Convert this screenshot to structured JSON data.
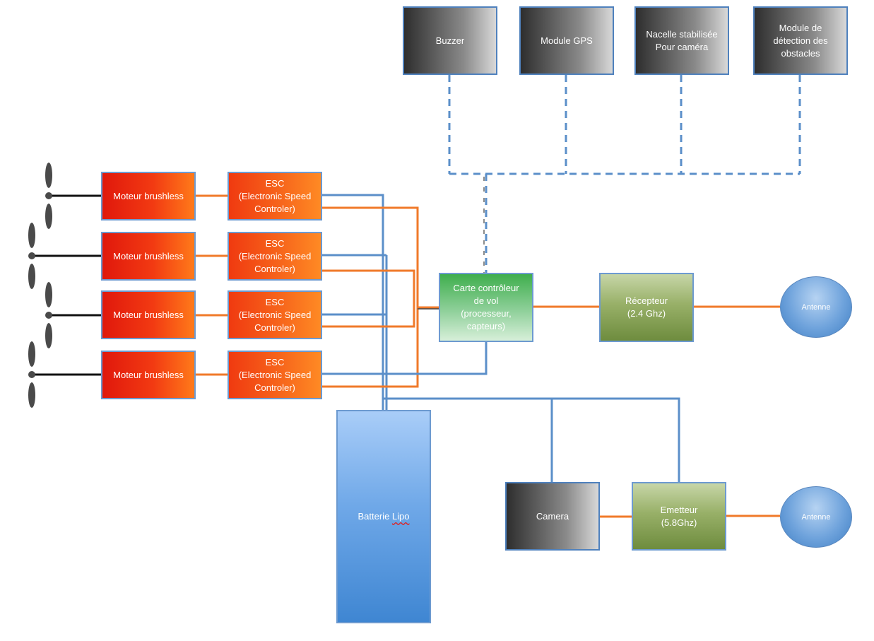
{
  "top_modules": [
    "Buzzer",
    "Module GPS",
    "Nacelle stabilisée\nPour caméra",
    "Module de\ndétection des\nobstacles"
  ],
  "motors": [
    "Moteur brushless",
    "Moteur brushless",
    "Moteur brushless",
    "Moteur brushless"
  ],
  "escs": [
    "ESC\n(Electronic Speed\nControler)",
    "ESC\n(Electronic Speed\nControler)",
    "ESC\n(Electronic Speed\nControler)",
    "ESC\n(Electronic Speed\nControler)"
  ],
  "flight_controller": "Carte contrôleur\nde vol\n(processeur,\ncapteurs)",
  "receiver": "Récepteur\n(2.4 Ghz)",
  "battery": {
    "prefix": "Batterie ",
    "flagged": "Lipo"
  },
  "camera": "Camera",
  "transmitter": "Emetteur\n(5.8Ghz)",
  "antennas": [
    "Antenne",
    "Antenne"
  ],
  "colors": {
    "power_line": "#5b8fc9",
    "signal_line": "#f07a2a",
    "prop_shaft": "#111111",
    "propeller": "#4a4a4a"
  }
}
